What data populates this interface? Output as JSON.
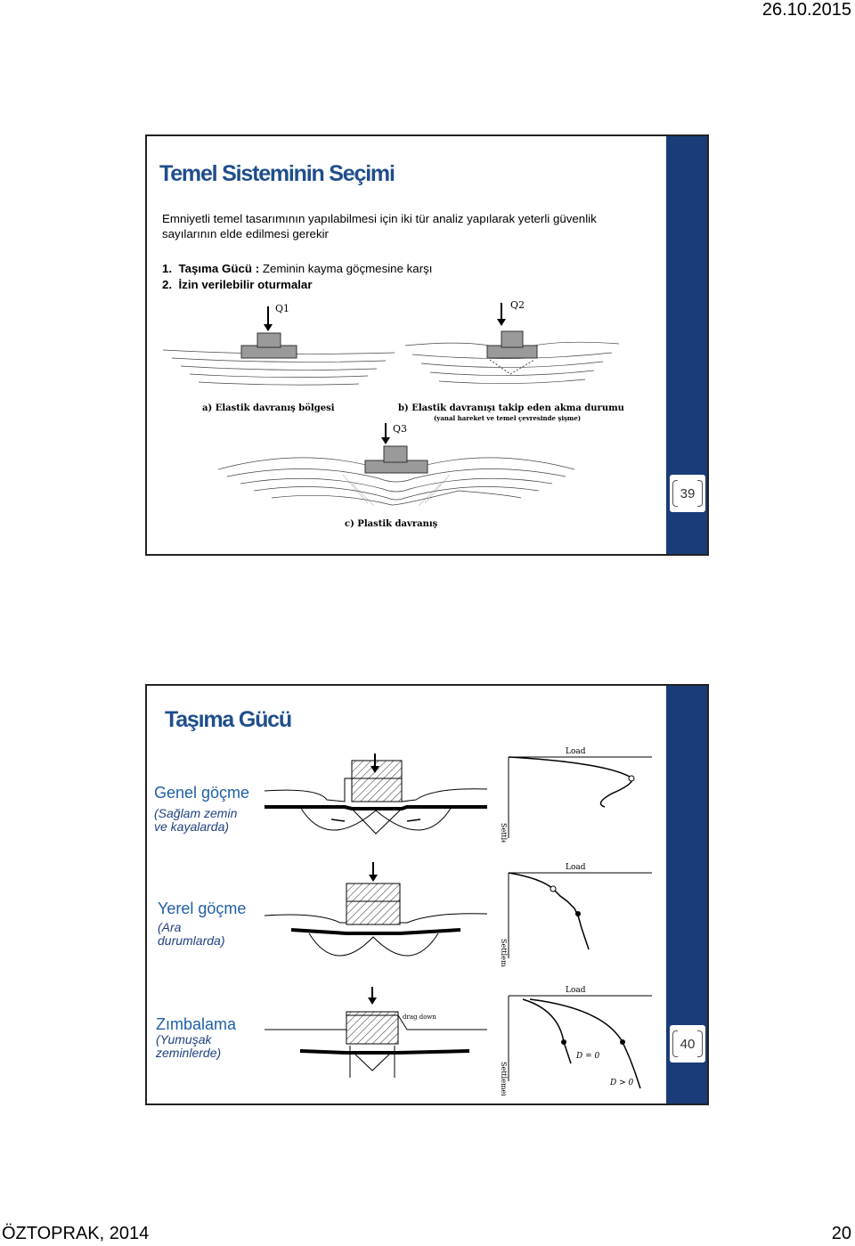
{
  "header": {
    "date": "26.10.2015"
  },
  "slide1": {
    "title": "Temel Sisteminin Seçimi",
    "intro": "Emniyetli temel tasarımının yapılabilmesi için iki tür analiz yapılarak yeterli güvenlik sayılarının elde edilmesi gerekir",
    "items": [
      {
        "num": "1.",
        "bold": "Taşıma Gücü :",
        "text": " Zeminin kayma göçmesine karşı"
      },
      {
        "num": "2.",
        "bold": "İzin verilebilir oturmalar",
        "text": ""
      }
    ],
    "figure": {
      "load_labels": [
        "Q1",
        "Q2",
        "Q3"
      ],
      "caption_a": "a) Elastik davranış bölgesi",
      "caption_b": "b) Elastik davranışı takip eden akma durumu",
      "caption_b_sub": "(yanal hareket ve temel çevresinde şişme)",
      "caption_c": "c) Plastik davranış"
    },
    "page_number": "39"
  },
  "slide2": {
    "title": "Taşıma Gücü",
    "cases": [
      {
        "title": "Genel göçme",
        "sub_line1": "(Sağlam zemin",
        "sub_line2": "ve kayalarda)"
      },
      {
        "title": "Yerel göçme",
        "sub_line1": "(Ara",
        "sub_line2": "durumlarda)"
      },
      {
        "title": "Zımbalama",
        "sub_line1": "(Yumuşak",
        "sub_line2": "zeminlerde)"
      }
    ],
    "graph_x_label": "Load",
    "graph_y_label": "Settlement",
    "drag_down_label": "drag down",
    "d0_label": "D = 0",
    "dgt0_label": "D > 0",
    "page_number": "40"
  },
  "footer": {
    "author": "ÖZTOPRAK, 2014",
    "page": "20"
  }
}
